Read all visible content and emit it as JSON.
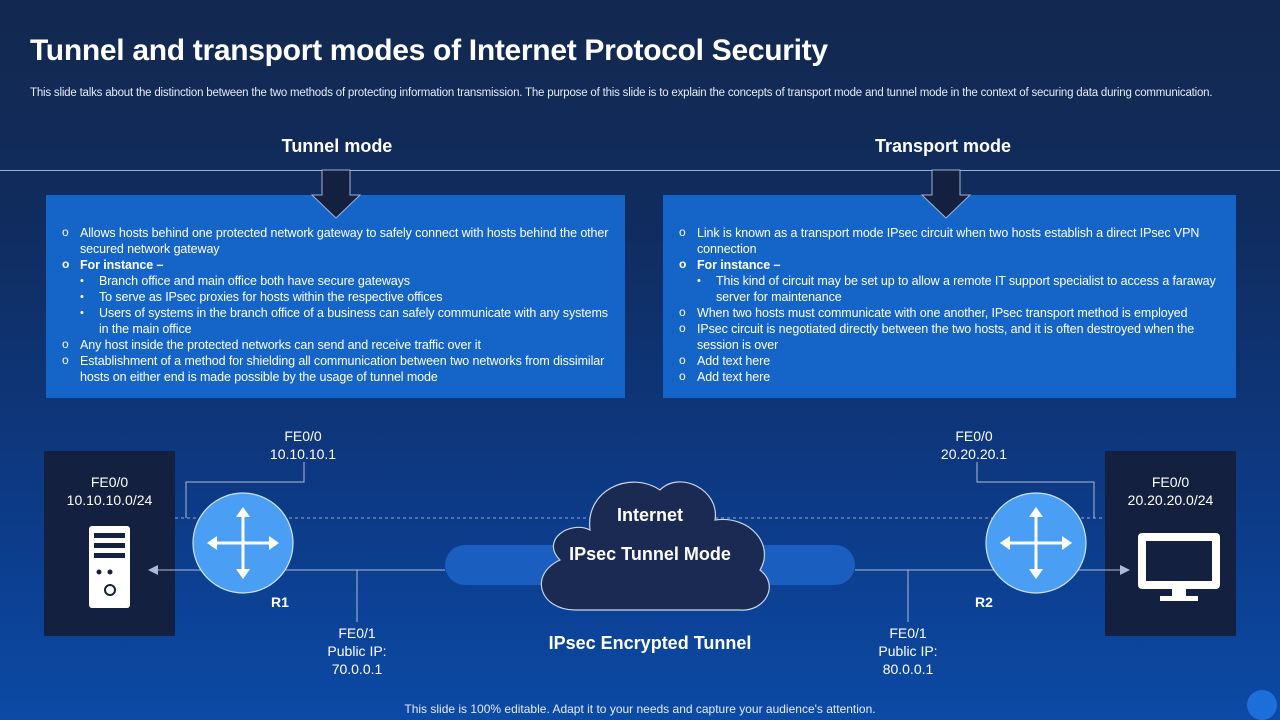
{
  "title": "Tunnel and transport modes of Internet Protocol Security",
  "subtitle": "This slide talks about the distinction between the two methods of protecting information transmission. The purpose of this slide is to explain the concepts of transport mode and tunnel mode in the context of securing data during communication.",
  "tunnel": {
    "heading": "Tunnel mode",
    "items": [
      {
        "type": "o",
        "text": "Allows hosts behind one protected network gateway to safely connect with hosts behind the other secured network gateway"
      },
      {
        "type": "o",
        "bold": true,
        "text": "For instance –"
      },
      {
        "type": "b",
        "text": "Branch office and main office both have secure gateways"
      },
      {
        "type": "b",
        "text": "To serve as IPsec proxies for hosts within the respective offices"
      },
      {
        "type": "b",
        "text": "Users of systems in the branch office of a business can safely communicate with any systems in the main office"
      },
      {
        "type": "o",
        "text": "Any host inside the protected networks can send and receive traffic over it"
      },
      {
        "type": "o",
        "text": "Establishment of a method for shielding all communication between two networks from dissimilar hosts on either end is made possible by the usage of tunnel mode"
      }
    ]
  },
  "transport": {
    "heading": "Transport mode",
    "items": [
      {
        "type": "o",
        "text": "Link is known as a transport mode IPsec circuit when two hosts establish a direct IPsec VPN connection"
      },
      {
        "type": "o",
        "bold": true,
        "text": "For instance –"
      },
      {
        "type": "b",
        "text": "This kind of circuit may be set up to allow a remote IT support specialist to access a faraway server for maintenance"
      },
      {
        "type": "o",
        "text": "When two hosts must communicate with one another, IPsec transport method is employed"
      },
      {
        "type": "o",
        "text": "IPsec circuit is negotiated directly between the two hosts, and it is often destroyed when the session is over"
      },
      {
        "type": "o",
        "text": "Add text here"
      },
      {
        "type": "o",
        "text": "Add text here"
      }
    ]
  },
  "diagram": {
    "left_host": {
      "iface": "FE0/0",
      "net": "10.10.10.0/24"
    },
    "right_host": {
      "iface": "FE0/0",
      "net": "20.20.20.0/24"
    },
    "r1": {
      "name": "R1",
      "top_iface": "FE0/0",
      "top_ip": "10.10.10.1",
      "bottom_iface": "FE0/1",
      "bottom_label": "Public IP:",
      "bottom_ip": "70.0.0.1"
    },
    "r2": {
      "name": "R2",
      "top_iface": "FE0/0",
      "top_ip": "20.20.20.1",
      "bottom_iface": "FE0/1",
      "bottom_label": "Public IP:",
      "bottom_ip": "80.0.0.1"
    },
    "cloud_label": "Internet",
    "tunnel_label": "IPsec Tunnel Mode",
    "encrypted_label": "IPsec Encrypted Tunnel"
  },
  "footer": "This slide is 100% editable. Adapt it to your needs and capture your audience's attention.",
  "colors": {
    "panel": "#1565c9",
    "device_box": "#13203f",
    "router": "#4a9ff5",
    "cloud": "#1a2a52",
    "tunnel_band": "#1a5fc0"
  }
}
